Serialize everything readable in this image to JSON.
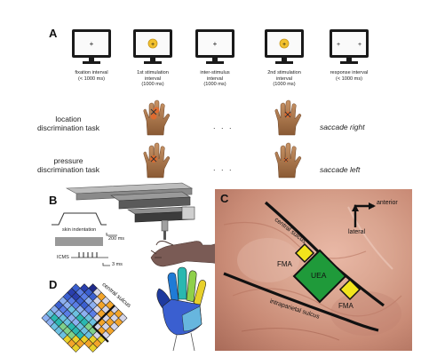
{
  "panels": {
    "a": "A",
    "b": "B",
    "c": "C",
    "d": "D"
  },
  "phases": [
    {
      "line1": "fixation interval",
      "line2": "(< 1000 ms)",
      "line3": ""
    },
    {
      "line1": "1st stimulation",
      "line2": "interval",
      "line3": "(1000 ms)"
    },
    {
      "line1": "inter-stimulus",
      "line2": "interval",
      "line3": "(1000 ms)"
    },
    {
      "line1": "2nd stimulation",
      "line2": "interval",
      "line3": "(1000 ms)"
    },
    {
      "line1": "response interval",
      "line2": "(< 1000 ms)",
      "line3": ""
    }
  ],
  "tasks": [
    {
      "line1": "location",
      "line2": "discrimination task",
      "response": "saccade right"
    },
    {
      "line1": "pressure",
      "line2": "discrimination task",
      "response": "saccade left"
    }
  ],
  "ellipsis": ". . .",
  "panel_b": {
    "skin_indentation": "skin indentation",
    "scale1": "200 ms",
    "icms": "ICMS",
    "scale2": "3 ms"
  },
  "panel_c": {
    "central_sulcus": "central sulcus",
    "intraparietal_sulcus": "intraparietal sulcus",
    "anterior": "anterior",
    "lateral": "lateral",
    "fma_top": "FMA",
    "uea": "UEA",
    "fma_bottom": "FMA"
  },
  "panel_d": {
    "central_sulcus": "central sulcus"
  },
  "colors": {
    "stim_dot": "#f2c12e",
    "hand": "#b07a4a",
    "uea": "#1f9a3a",
    "fma": "#f2e41c",
    "cortex": "#d9a48f"
  }
}
